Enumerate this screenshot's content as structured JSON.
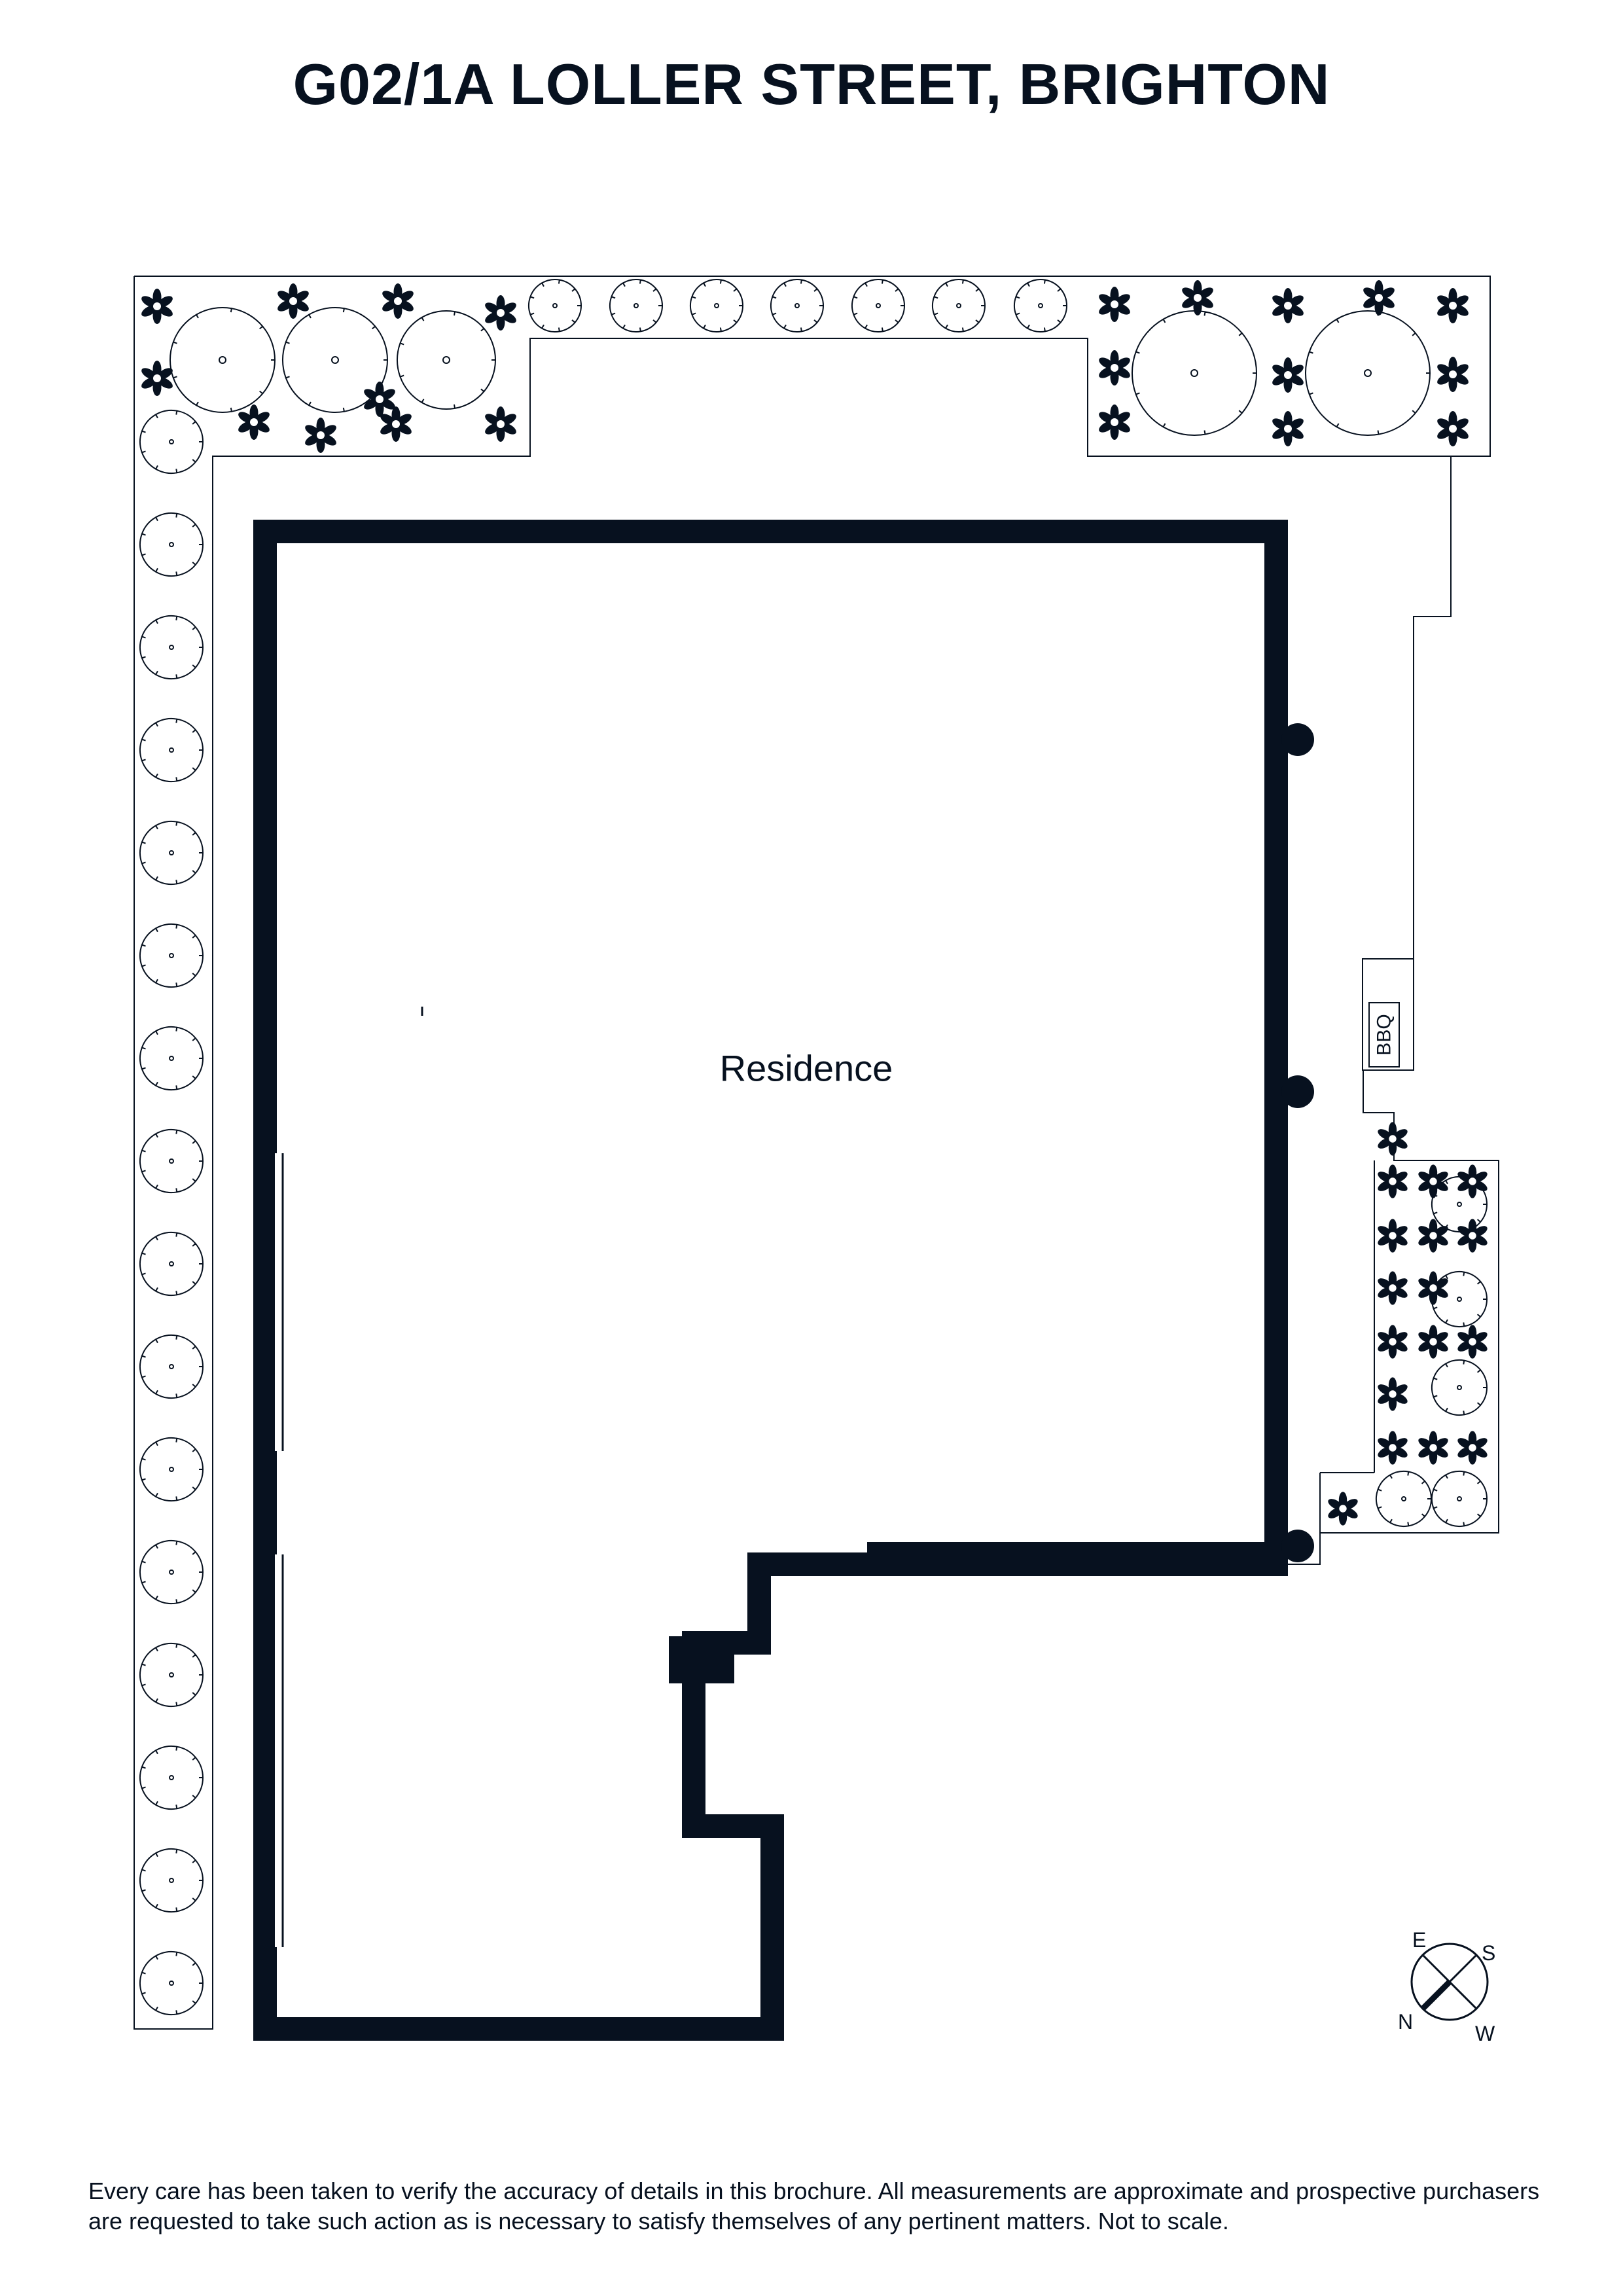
{
  "header": {
    "title": "G02/1A LOLLER STREET, BRIGHTON"
  },
  "plan": {
    "room_label": "Residence",
    "bbq_label": "BBQ",
    "compass": {
      "north": "N",
      "east": "E",
      "south": "S",
      "west": "W"
    }
  },
  "footer": {
    "disclaimer": "Every care has been taken to verify the accuracy of details in this brochure. All measurements are approximate and prospective purchasers are requested to take such action as is necessary to satisfy themselves of any pertinent matters. Not to scale."
  },
  "colors": {
    "ink": "#07111f",
    "background": "#ffffff"
  },
  "icons": [
    "shrub-icon",
    "flower-icon",
    "tree-icon",
    "column-icon",
    "compass-icon"
  ]
}
